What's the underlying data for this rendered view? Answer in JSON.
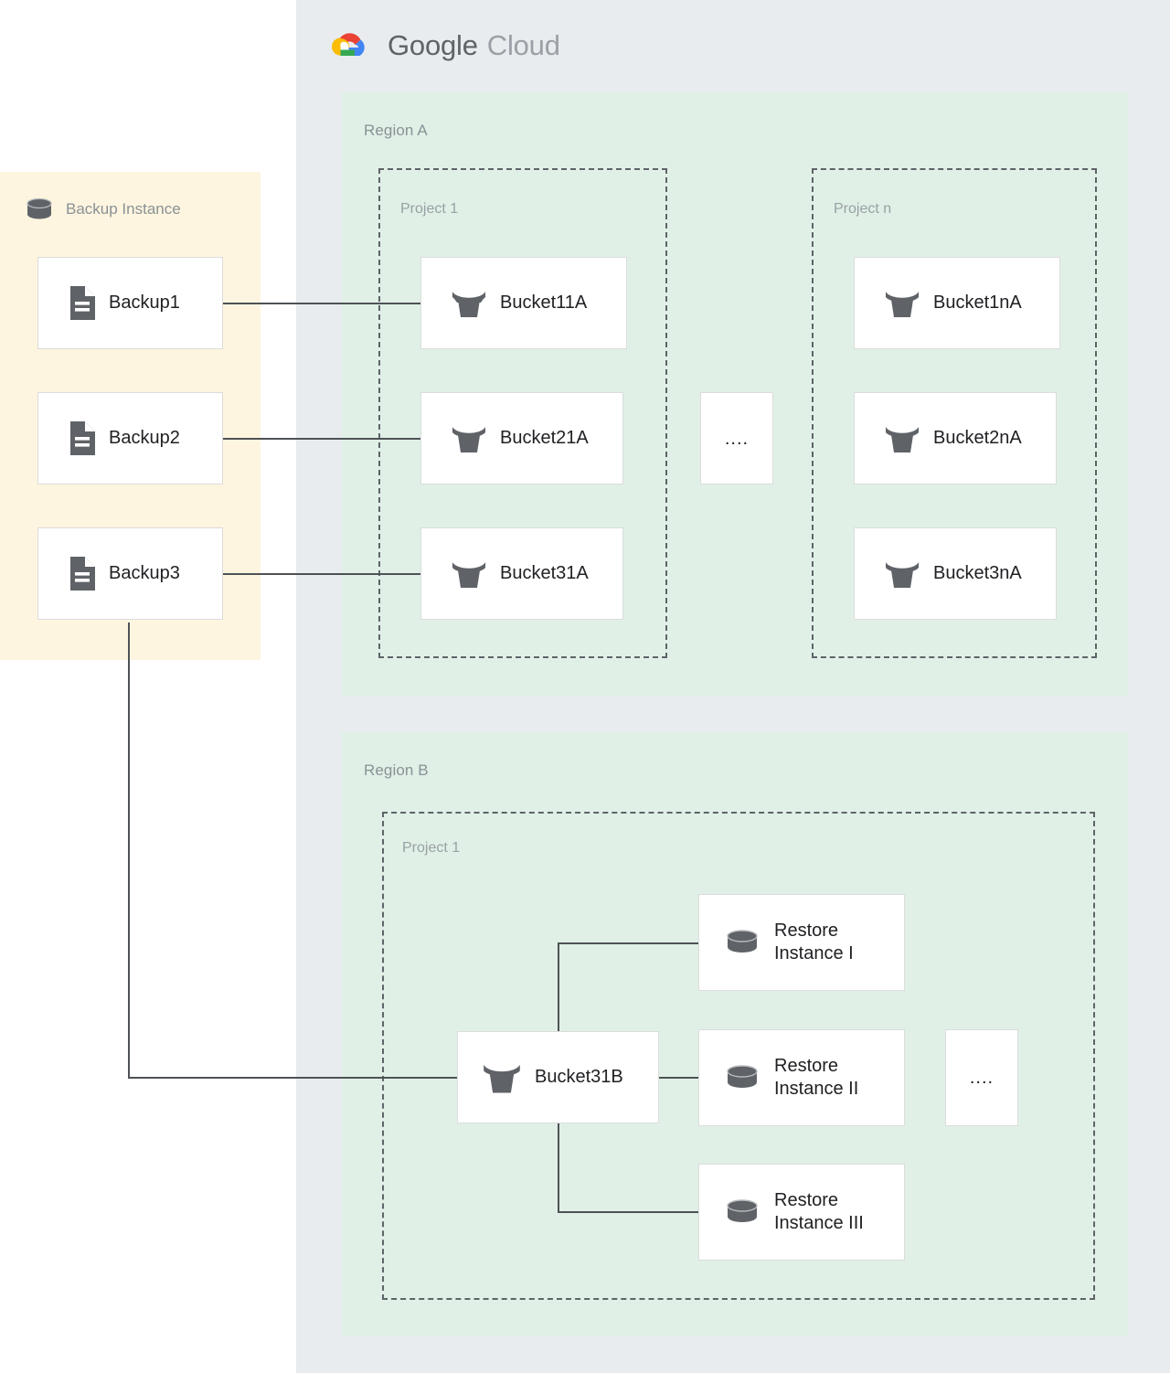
{
  "cloud": {
    "brand_primary": "Google",
    "brand_secondary": "Cloud",
    "logo_icon": "google-cloud-logo-icon",
    "panel_color": "#e8ecef"
  },
  "backup_instance": {
    "title": "Backup Instance",
    "icon": "database-cylinder-icon",
    "panel_color": "#fdf5df",
    "items": [
      {
        "label": "Backup1",
        "icon": "document-icon"
      },
      {
        "label": "Backup2",
        "icon": "document-icon"
      },
      {
        "label": "Backup3",
        "icon": "document-icon"
      }
    ]
  },
  "regions": [
    {
      "label": "Region A",
      "color": "#e0f0e6",
      "projects": [
        {
          "label": "Project 1",
          "nodes": [
            {
              "label": "Bucket11A",
              "icon": "bucket-icon"
            },
            {
              "label": "Bucket21A",
              "icon": "bucket-icon"
            },
            {
              "label": "Bucket31A",
              "icon": "bucket-icon"
            }
          ]
        },
        {
          "label": "Project n",
          "nodes": [
            {
              "label": "Bucket1nA",
              "icon": "bucket-icon"
            },
            {
              "label": "Bucket2nA",
              "icon": "bucket-icon"
            },
            {
              "label": "Bucket3nA",
              "icon": "bucket-icon"
            }
          ]
        }
      ],
      "ellipsis": "...."
    },
    {
      "label": "Region B",
      "color": "#e0f0e6",
      "projects": [
        {
          "label": "Project 1",
          "nodes": [
            {
              "label": "Bucket31B",
              "icon": "bucket-icon"
            },
            {
              "label": "Restore\nInstance I",
              "icon": "database-cylinder-icon"
            },
            {
              "label": "Restore\nInstance II",
              "icon": "database-cylinder-icon"
            },
            {
              "label": "Restore\nInstance III",
              "icon": "database-cylinder-icon"
            }
          ]
        }
      ],
      "ellipsis": "...."
    }
  ],
  "connections": [
    {
      "from": "Backup1",
      "to": "Bucket11A"
    },
    {
      "from": "Backup2",
      "to": "Bucket21A"
    },
    {
      "from": "Backup3",
      "to": "Bucket31A"
    },
    {
      "from": "Backup3",
      "to": "Bucket31B"
    },
    {
      "from": "Bucket31B",
      "to": "Restore Instance I"
    },
    {
      "from": "Bucket31B",
      "to": "Restore Instance II"
    },
    {
      "from": "Bucket31B",
      "to": "Restore Instance III"
    }
  ],
  "colors": {
    "line": "#4e5256",
    "icon_gray": "#5f6368",
    "node_border": "#dcdcdc",
    "label_gray": "#8a9196"
  }
}
